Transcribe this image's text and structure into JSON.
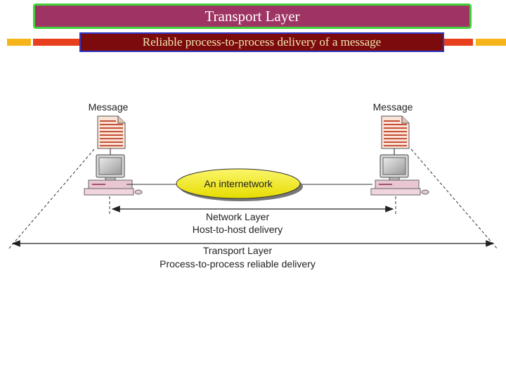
{
  "header": {
    "title": "Transport Layer",
    "subtitle": "Reliable process-to-process delivery of a message"
  },
  "diagram": {
    "left_message_label": "Message",
    "right_message_label": "Message",
    "cloud_label": "An internetwork",
    "network_layer_label": "Network Layer",
    "network_layer_sub": "Host-to-host delivery",
    "transport_layer_label": "Transport Layer",
    "transport_layer_sub": "Process-to-process reliable delivery"
  },
  "colors": {
    "title_bg": "#9e3463",
    "title_border": "#43cf3a",
    "subtitle_bg": "#7b0b0d",
    "subtitle_border": "#2f36c6",
    "cloud_fill": "#f6ef10",
    "accent_bar": "#e8401e",
    "side_bar": "#f5b51a"
  },
  "icons": {
    "document": "document-icon",
    "computer": "computer-icon"
  }
}
